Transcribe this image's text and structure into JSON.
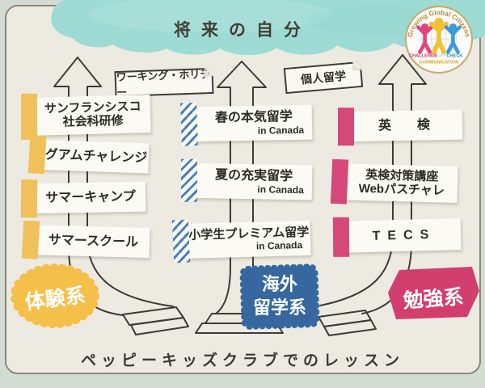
{
  "title": "将来の自分",
  "footer": "ペッピーキッズクラブでのレッスン",
  "logo": {
    "arc_text": "Growing Global Citizens",
    "challenge": "CHALLENGE",
    "check": "CHECK",
    "communication": "COMMUNICATION"
  },
  "tags": {
    "working_holiday": "ワーキング・ホリデー",
    "personal_study": "個人留学"
  },
  "colors": {
    "cloud": "#9edbd4",
    "experience_accent": "#f0c05a",
    "study_abroad_accent": "#4d7fb7",
    "study_accent": "#d4497a",
    "experience_badge": "#f5c04a",
    "study_abroad_badge": "#36689f",
    "study_badge": "#d23e6e"
  },
  "columns": [
    {
      "badge": "体験系",
      "items": [
        {
          "line1": "サンフランシスコ",
          "line2": "社会科研修"
        },
        {
          "line1": "グアムチャレンジ"
        },
        {
          "line1": "サマーキャンプ"
        },
        {
          "line1": "サマースクール"
        }
      ]
    },
    {
      "badge_line1": "海外",
      "badge_line2": "留学系",
      "items": [
        {
          "line1": "春の本気留学",
          "line2": "in Canada"
        },
        {
          "line1": "夏の充実留学",
          "line2": "in Canada"
        },
        {
          "line1": "小学生プレミアム留学",
          "line2": "in Canada"
        }
      ]
    },
    {
      "badge": "勉強系",
      "items": [
        {
          "line1": "英　検"
        },
        {
          "line1": "英検対策講座",
          "line2": "Webパスチャレ"
        },
        {
          "line1": "TECS"
        }
      ]
    }
  ]
}
